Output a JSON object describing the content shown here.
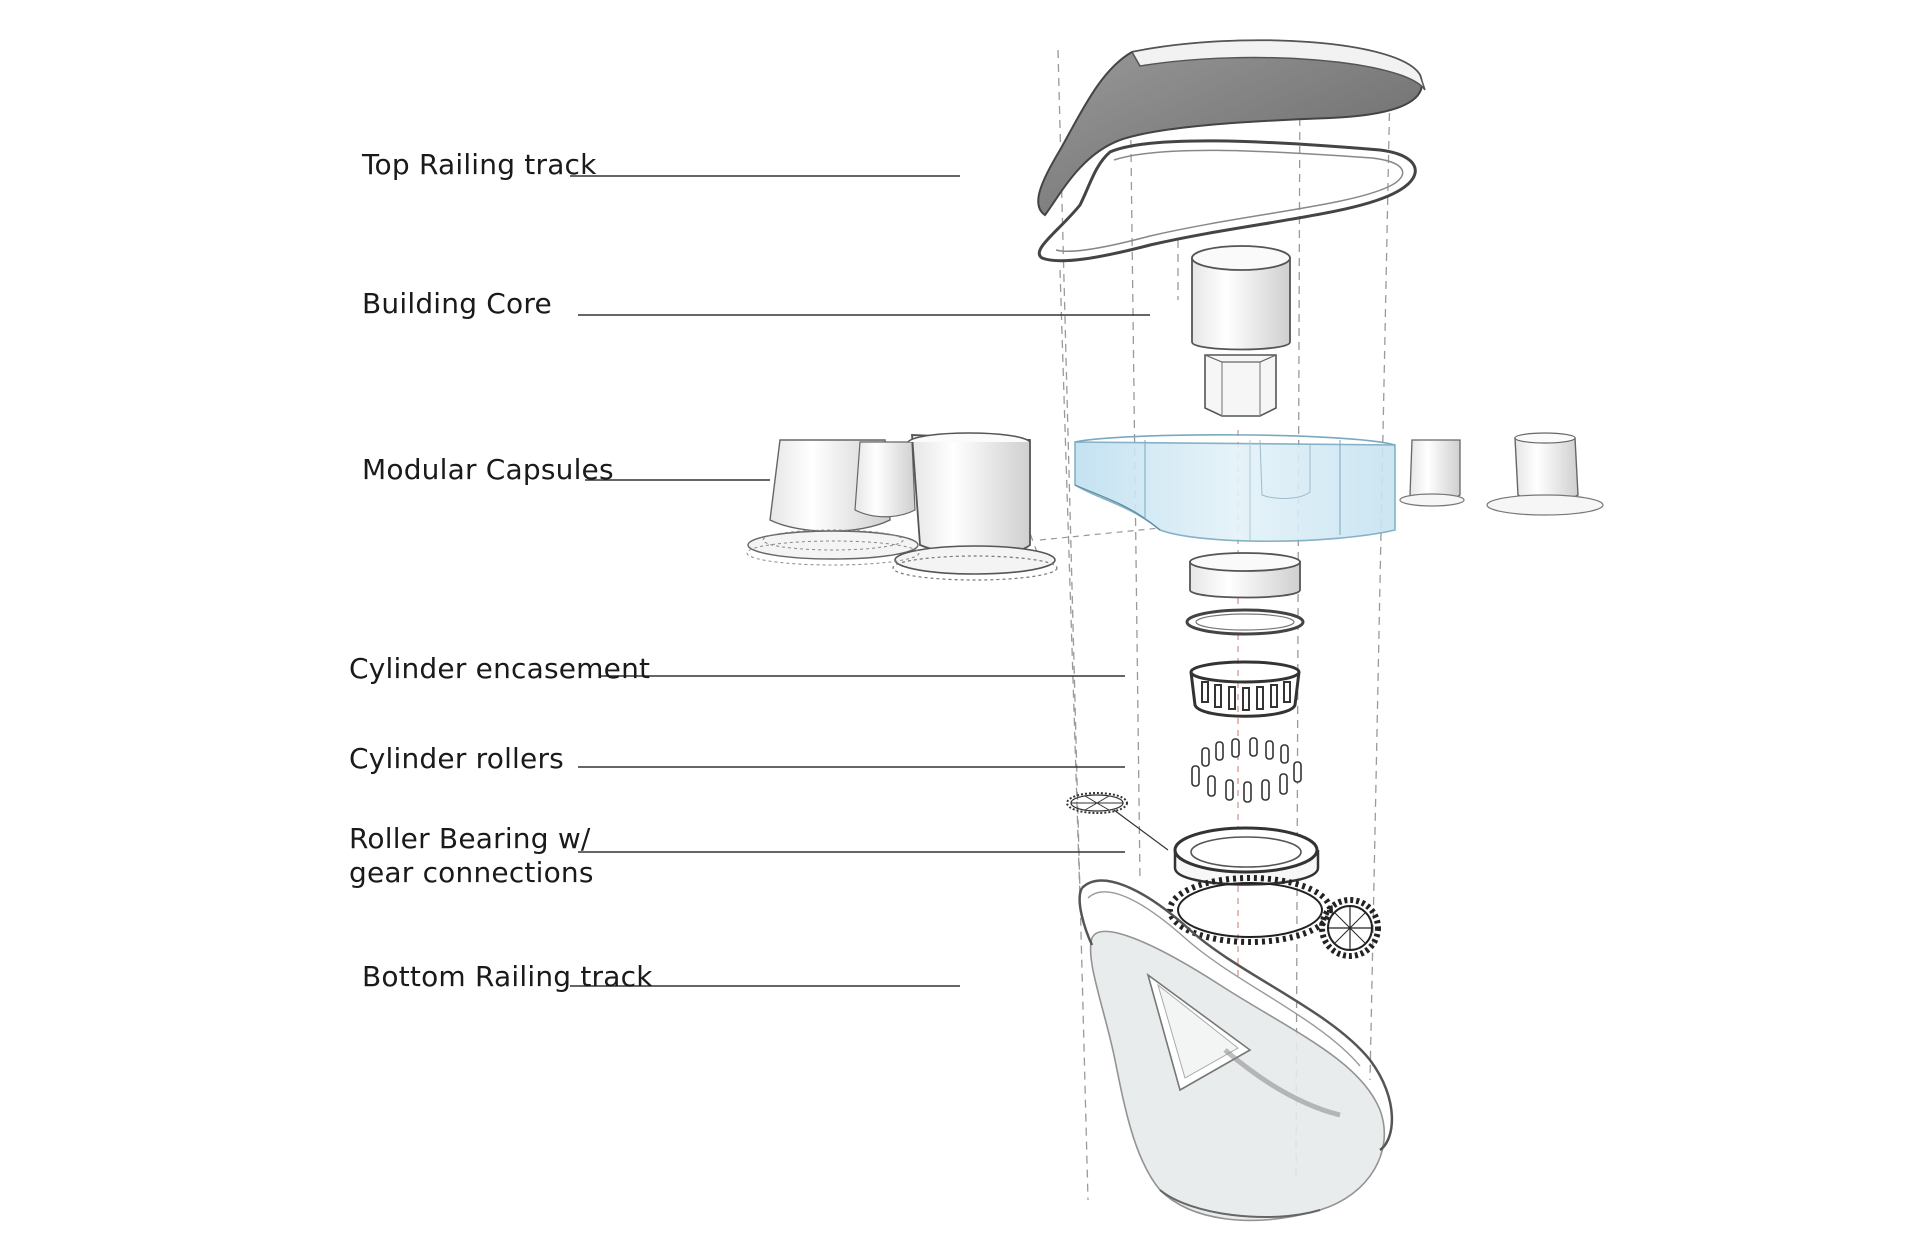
{
  "labels": {
    "top_railing_track": "Top Railing track",
    "building_core": "Building Core",
    "modular_capsules": "Modular Capsules",
    "cylinder_encasement": "Cylinder encasement",
    "cylinder_rollers": "Cylinder rollers",
    "roller_bearing_line1": "Roller Bearing w/",
    "roller_bearing_line2": "gear connections",
    "bottom_railing_track": "Bottom Railing track"
  },
  "colors": {
    "background": "#ffffff",
    "text": "#1a1a1a",
    "leader_line": "#333333",
    "guide_dash": "#999999",
    "guide_red": "#d98c8c",
    "top_track_fill": "#7a7a7a",
    "glass_fill": "#cfe6f2",
    "core_fill": "#f4f4f4",
    "bottom_track_fill": "#e8ecec"
  }
}
